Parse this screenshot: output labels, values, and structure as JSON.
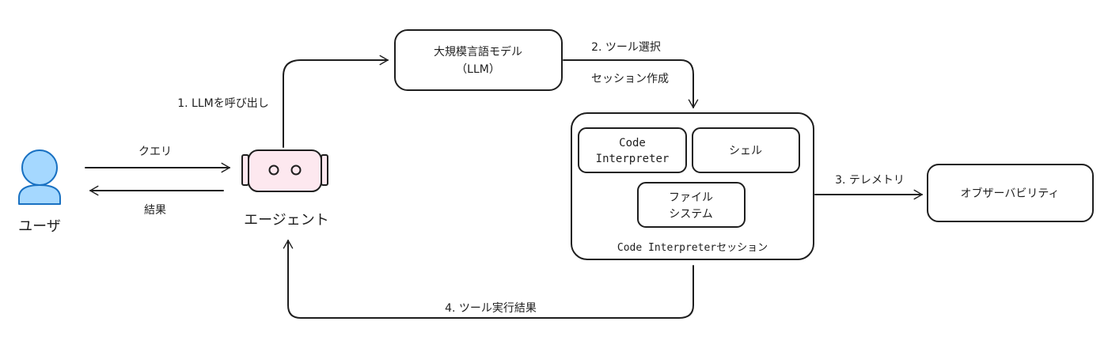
{
  "nodes": {
    "user": {
      "label": "ユーザ"
    },
    "agent": {
      "label": "エージェント"
    },
    "llm": {
      "line1": "大規模言語モデル",
      "line2": "（LLM）"
    },
    "session": {
      "label": "Code Interpreterセッション"
    },
    "code_interpreter": {
      "line1": "Code",
      "line2": "Interpreter"
    },
    "shell": {
      "label": "シェル"
    },
    "filesystem": {
      "line1": "ファイル",
      "line2": "システム"
    },
    "observability": {
      "label": "オブザーバビリティ"
    }
  },
  "edges": {
    "query": {
      "label": "クエリ"
    },
    "result": {
      "label": "結果"
    },
    "call_llm": {
      "label": "1. LLMを呼び出し"
    },
    "tool_select": {
      "label": "2. ツール選択"
    },
    "session_create": {
      "label": "セッション作成"
    },
    "telemetry": {
      "label": "3. テレメトリ"
    },
    "tool_result": {
      "label": "4. ツール実行結果"
    }
  },
  "colors": {
    "user_fill": "#a5d8ff",
    "user_stroke": "#1971c2",
    "agent_fill": "#fde8ef",
    "stroke": "#1e1e1e",
    "background": "#ffffff"
  }
}
